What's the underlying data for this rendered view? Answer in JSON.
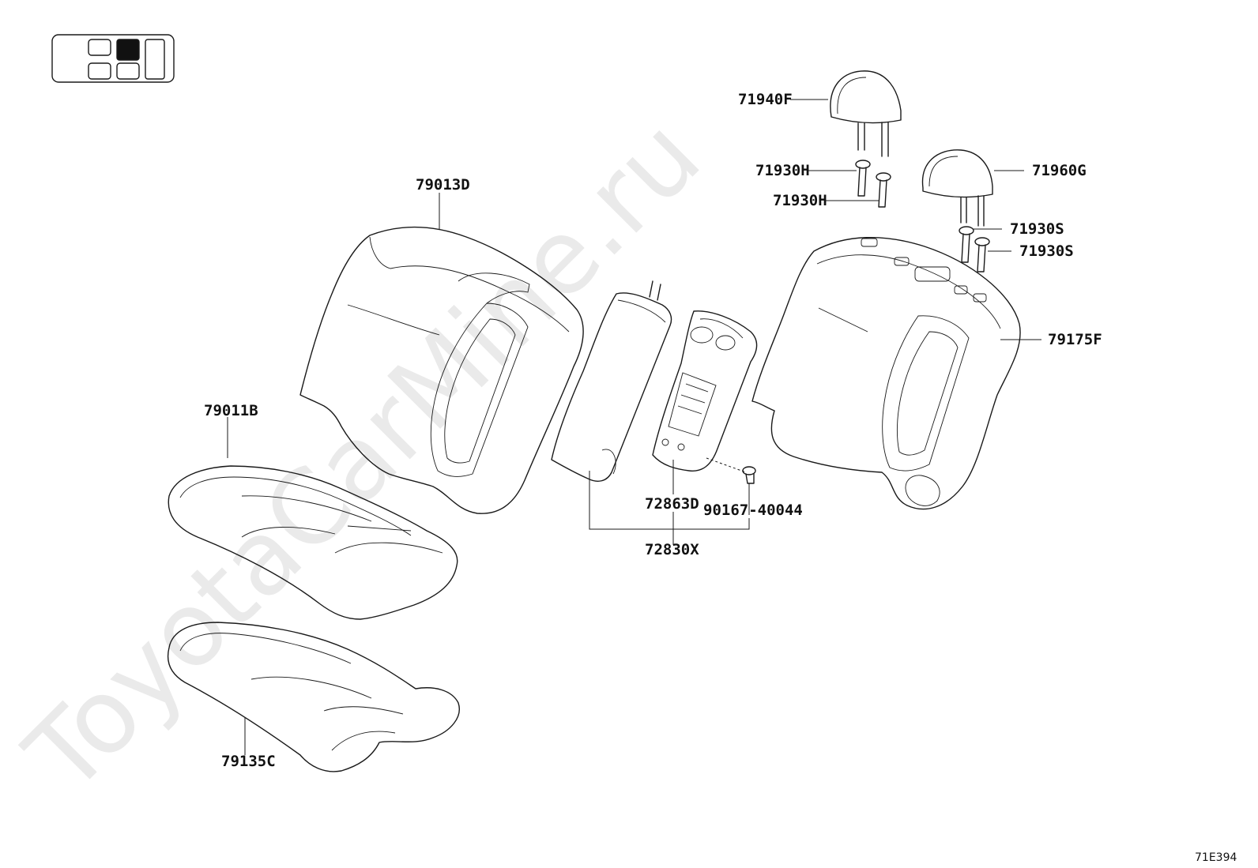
{
  "watermark": "ToyotaCarMine.ru",
  "diagram_code": "71E394",
  "colors": {
    "line": "#1a1a1a",
    "watermark": "#d9d9d9",
    "background": "#ffffff"
  },
  "icons": {
    "locator": "seat-location-locator-icon"
  },
  "parts": {
    "p71940F": "71940F",
    "p71930H_a": "71930H",
    "p71930H_b": "71930H",
    "p71960G": "71960G",
    "p71930S_a": "71930S",
    "p71930S_b": "71930S",
    "p79175F": "79175F",
    "p79013D": "79013D",
    "p79011B": "79011B",
    "p72863D": "72863D",
    "p90167_40044": "90167-40044",
    "p72830X": "72830X",
    "p79135C": "79135C"
  }
}
